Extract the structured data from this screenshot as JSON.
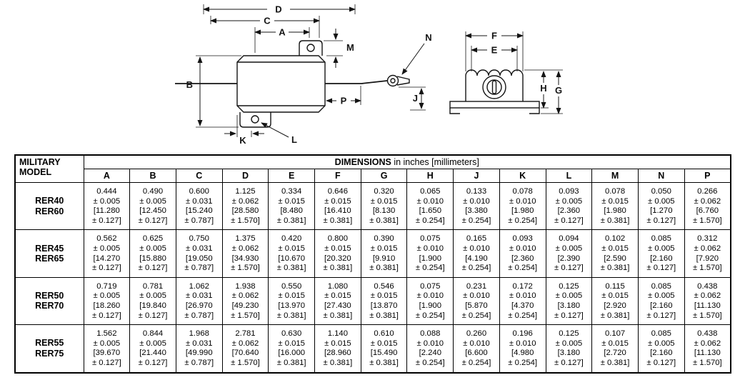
{
  "diagram": {
    "labels": {
      "a": "A",
      "b": "B",
      "c": "C",
      "d": "D",
      "e": "E",
      "f": "F",
      "g": "G",
      "h": "H",
      "j": "J",
      "k": "K",
      "l": "L",
      "m": "M",
      "n": "N",
      "p": "P"
    }
  },
  "table": {
    "header_model_line1": "MILITARY",
    "header_model_line2": "MODEL",
    "title_bold": "DIMENSIONS",
    "title_rest": " in inches [millimeters]",
    "columns": [
      "A",
      "B",
      "C",
      "D",
      "E",
      "F",
      "G",
      "H",
      "J",
      "K",
      "L",
      "M",
      "N",
      "P"
    ],
    "rows": [
      {
        "model": [
          "RER40",
          "RER60"
        ],
        "cells": [
          [
            "0.444",
            "± 0.005",
            "[11.280",
            "± 0.127]"
          ],
          [
            "0.490",
            "± 0.005",
            "[12.450",
            "± 0.127]"
          ],
          [
            "0.600",
            "± 0.031",
            "[15.240",
            "± 0.787]"
          ],
          [
            "1.125",
            "± 0.062",
            "[28.580",
            "± 1.570]"
          ],
          [
            "0.334",
            "± 0.015",
            "[8.480",
            "± 0.381]"
          ],
          [
            "0.646",
            "± 0.015",
            "[16.410",
            "± 0.381]"
          ],
          [
            "0.320",
            "± 0.015",
            "[8.130",
            "± 0.381]"
          ],
          [
            "0.065",
            "± 0.010",
            "[1.650",
            "± 0.254]"
          ],
          [
            "0.133",
            "± 0.010",
            "[3.380",
            "± 0.254]"
          ],
          [
            "0.078",
            "± 0.010",
            "[1.980",
            "± 0.254]"
          ],
          [
            "0.093",
            "± 0.005",
            "[2.360",
            "± 0.127]"
          ],
          [
            "0.078",
            "± 0.015",
            "[1.980",
            "± 0.381]"
          ],
          [
            "0.050",
            "± 0.005",
            "[1.270",
            "± 0.127]"
          ],
          [
            "0.266",
            "± 0.062",
            "[6.760",
            "± 1.570]"
          ]
        ]
      },
      {
        "model": [
          "RER45",
          "RER65"
        ],
        "cells": [
          [
            "0.562",
            "± 0.005",
            "[14.270",
            "± 0.127]"
          ],
          [
            "0.625",
            "± 0.005",
            "[15.880",
            "± 0.127]"
          ],
          [
            "0.750",
            "± 0.031",
            "[19.050",
            "± 0.787]"
          ],
          [
            "1.375",
            "± 0.062",
            "[34.930",
            "± 1.570]"
          ],
          [
            "0.420",
            "± 0.015",
            "[10.670",
            "± 0.381]"
          ],
          [
            "0.800",
            "± 0.015",
            "[20.320",
            "± 0.381]"
          ],
          [
            "0.390",
            "± 0.015",
            "[9.910",
            "± 0.381]"
          ],
          [
            "0.075",
            "± 0.010",
            "[1.900",
            "± 0.254]"
          ],
          [
            "0.165",
            "± 0.010",
            "[4.190",
            "± 0.254]"
          ],
          [
            "0.093",
            "± 0.010",
            "[2.360",
            "± 0.254]"
          ],
          [
            "0.094",
            "± 0.005",
            "[2.390",
            "± 0.127]"
          ],
          [
            "0.102",
            "± 0.015",
            "[2.590",
            "± 0.381]"
          ],
          [
            "0.085",
            "± 0.005",
            "[2.160",
            "± 0.127]"
          ],
          [
            "0.312",
            "± 0.062",
            "[7.920",
            "± 1.570]"
          ]
        ]
      },
      {
        "model": [
          "RER50",
          "RER70"
        ],
        "cells": [
          [
            "0.719",
            "± 0.005",
            "[18.260",
            "± 0.127]"
          ],
          [
            "0.781",
            "± 0.005",
            "[19.840",
            "± 0.127]"
          ],
          [
            "1.062",
            "± 0.031",
            "[26.970",
            "± 0.787]"
          ],
          [
            "1.938",
            "± 0.062",
            "[49.230",
            "± 1.570]"
          ],
          [
            "0.550",
            "± 0.015",
            "[13.970",
            "± 0.381]"
          ],
          [
            "1.080",
            "± 0.015",
            "[27.430",
            "± 0.381]"
          ],
          [
            "0.546",
            "± 0.015",
            "[13.870",
            "± 0.381]"
          ],
          [
            "0.075",
            "± 0.010",
            "[1.900",
            "± 0.254]"
          ],
          [
            "0.231",
            "± 0.010",
            "[5.870",
            "± 0.254]"
          ],
          [
            "0.172",
            "± 0.010",
            "[4.370",
            "± 0.254]"
          ],
          [
            "0.125",
            "± 0.005",
            "[3.180",
            "± 0.127]"
          ],
          [
            "0.115",
            "± 0.015",
            "[2.920",
            "± 0.381]"
          ],
          [
            "0.085",
            "± 0.005",
            "[2.160",
            "± 0.127]"
          ],
          [
            "0.438",
            "± 0.062",
            "[11.130",
            "± 1.570]"
          ]
        ]
      },
      {
        "model": [
          "RER55",
          "RER75"
        ],
        "cells": [
          [
            "1.562",
            "± 0.005",
            "[39.670",
            "± 0.127]"
          ],
          [
            "0.844",
            "± 0.005",
            "[21.440",
            "± 0.127]"
          ],
          [
            "1.968",
            "± 0.031",
            "[49.990",
            "± 0.787]"
          ],
          [
            "2.781",
            "± 0.062",
            "[70.640",
            "± 1.570]"
          ],
          [
            "0.630",
            "± 0.015",
            "[16.000",
            "± 0.381]"
          ],
          [
            "1.140",
            "± 0.015",
            "[28.960",
            "± 0.381]"
          ],
          [
            "0.610",
            "± 0.015",
            "[15.490",
            "± 0.381]"
          ],
          [
            "0.088",
            "± 0.010",
            "[2.240",
            "± 0.254]"
          ],
          [
            "0.260",
            "± 0.010",
            "[6.600",
            "± 0.254]"
          ],
          [
            "0.196",
            "± 0.010",
            "[4.980",
            "± 0.254]"
          ],
          [
            "0.125",
            "± 0.005",
            "[3.180",
            "± 0.127]"
          ],
          [
            "0.107",
            "± 0.015",
            "[2.720",
            "± 0.381]"
          ],
          [
            "0.085",
            "± 0.005",
            "[2.160",
            "± 0.127]"
          ],
          [
            "0.438",
            "± 0.062",
            "[11.130",
            "± 1.570]"
          ]
        ]
      }
    ]
  }
}
